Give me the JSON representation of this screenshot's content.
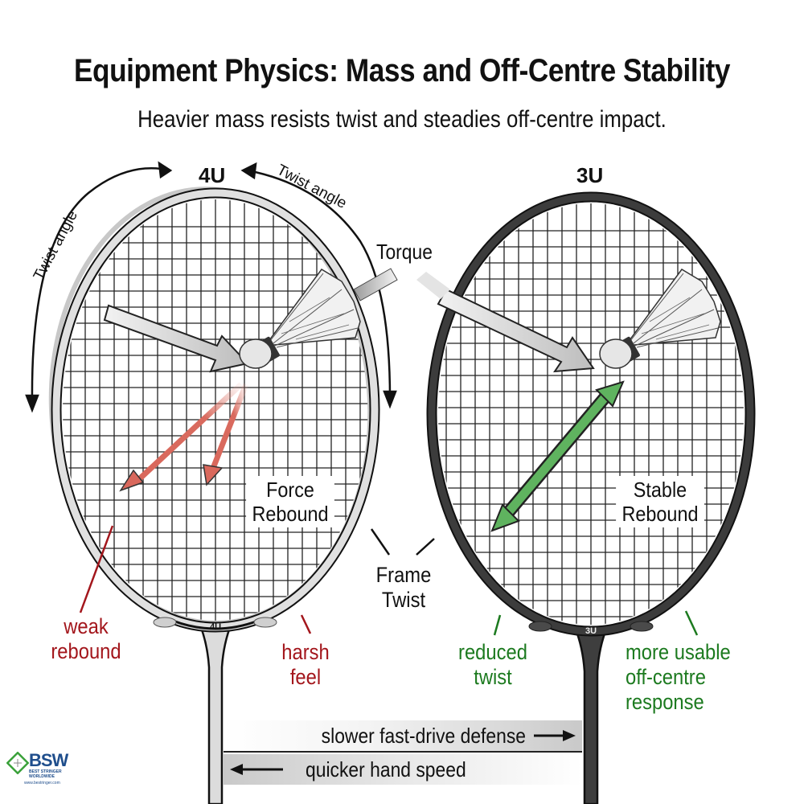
{
  "header": {
    "title": "Equipment Physics: Mass and Off-Centre Stability",
    "subtitle": "Heavier mass resists twist and steadies off-centre impact."
  },
  "left_racquet": {
    "weight_class": "4U",
    "throat_label": "4U",
    "frame_color": "#d9d9d9",
    "twist_angle_left": "Twist angle",
    "twist_angle_right": "Twist angle",
    "rebound_label_line1": "Force",
    "rebound_label_line2": "Rebound",
    "callouts": {
      "weak_rebound_line1": "weak",
      "weak_rebound_line2": "rebound",
      "harsh_feel_line1": "harsh",
      "harsh_feel_line2": "feel"
    },
    "callout_color": "#a3161c"
  },
  "center": {
    "torque_label": "Torque",
    "frame_twist_line1": "Frame",
    "frame_twist_line2": "Twist"
  },
  "right_racquet": {
    "weight_class": "3U",
    "throat_label": "3U",
    "frame_color": "#3a3a3a",
    "rebound_label_line1": "Stable",
    "rebound_label_line2": "Rebound",
    "callouts": {
      "reduced_twist_line1": "reduced",
      "reduced_twist_line2": "twist",
      "usable_line1": "more usable",
      "usable_line2": "off-centre",
      "usable_line3": "response"
    },
    "callout_color": "#1c7a1f"
  },
  "comparison_bars": {
    "top": "slower fast-drive defense",
    "bottom": "quicker hand speed"
  },
  "logo": {
    "text": "BSW",
    "tagline": "BEST STRINGER WORLDWIDE",
    "url": "www.bestringer.com"
  }
}
